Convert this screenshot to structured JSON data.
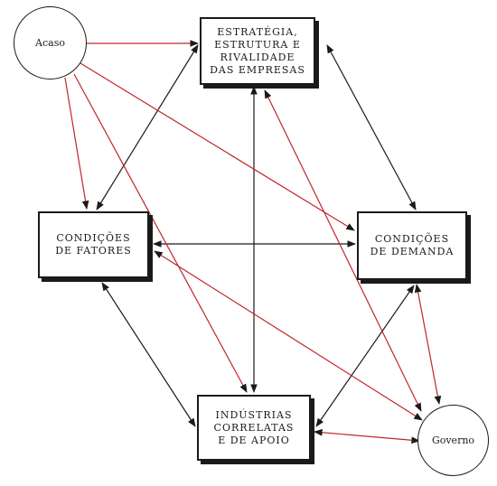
{
  "nodes": {
    "strategy": "ESTRATÉGIA,\nESTRUTURA E\nRIVALIDADE\nDAS EMPRESAS",
    "factors": "CONDIÇÕES\nDE FATORES",
    "demand": "CONDIÇÕES\nDE DEMANDA",
    "related": "INDÚSTRIAS\nCORRELATAS\nE DE APOIO",
    "chance": "Acaso",
    "government": "Governo"
  },
  "colors": {
    "black_arrow": "#1a1a1a",
    "red_arrow": "#c0262a"
  }
}
